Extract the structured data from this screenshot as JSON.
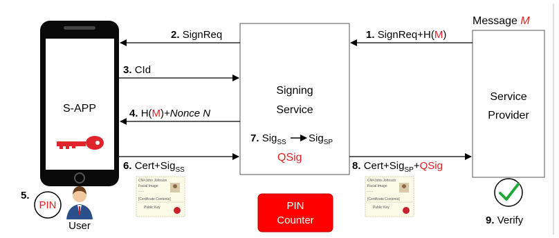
{
  "phone": {
    "app_label": "S-APP"
  },
  "signing_service": {
    "line1": "Signing",
    "line2": "Service",
    "step7_num": "7.",
    "sig_base": "Sig",
    "sig_ss_sub": "SS",
    "sig_sp_sub": "SP",
    "qsig": "QSig"
  },
  "service_provider": {
    "line1": "Service",
    "line2": "Provider"
  },
  "message": {
    "label": "Message",
    "var": "M"
  },
  "steps": {
    "s1": {
      "num": "1.",
      "pre": "SignReq+H(",
      "m": "M",
      "post": ")"
    },
    "s2": {
      "num": "2.",
      "text": "SignReq"
    },
    "s3": {
      "num": "3.",
      "text": "CId"
    },
    "s4": {
      "num": "4.",
      "pre": "H(",
      "m": "M",
      "mid": ")+",
      "nonce": "Nonce N"
    },
    "s5": {
      "num": "5.",
      "pin": "PIN",
      "user": "User"
    },
    "s6": {
      "num": "6.",
      "text": "Cert+Sig",
      "sub": "SS"
    },
    "s8": {
      "num": "8.",
      "pre": "Cert+Sig",
      "sub": "SP",
      "plus": "+",
      "qsig": "QSig"
    },
    "s9": {
      "num": "9.",
      "text": "Verify"
    }
  },
  "pin_counter": {
    "line1": "PIN",
    "line2": "Counter"
  },
  "certificate": {
    "cn": "CN=John Johnson",
    "facial": "Facial Image",
    "dashes": "- - -",
    "contents": "[Certificate Contents]",
    "pubkey": "Public Key"
  },
  "colors": {
    "red": "#e01e1e",
    "green": "#1ea83a",
    "phone": "#0a0a0a",
    "key": "#e0242c"
  }
}
